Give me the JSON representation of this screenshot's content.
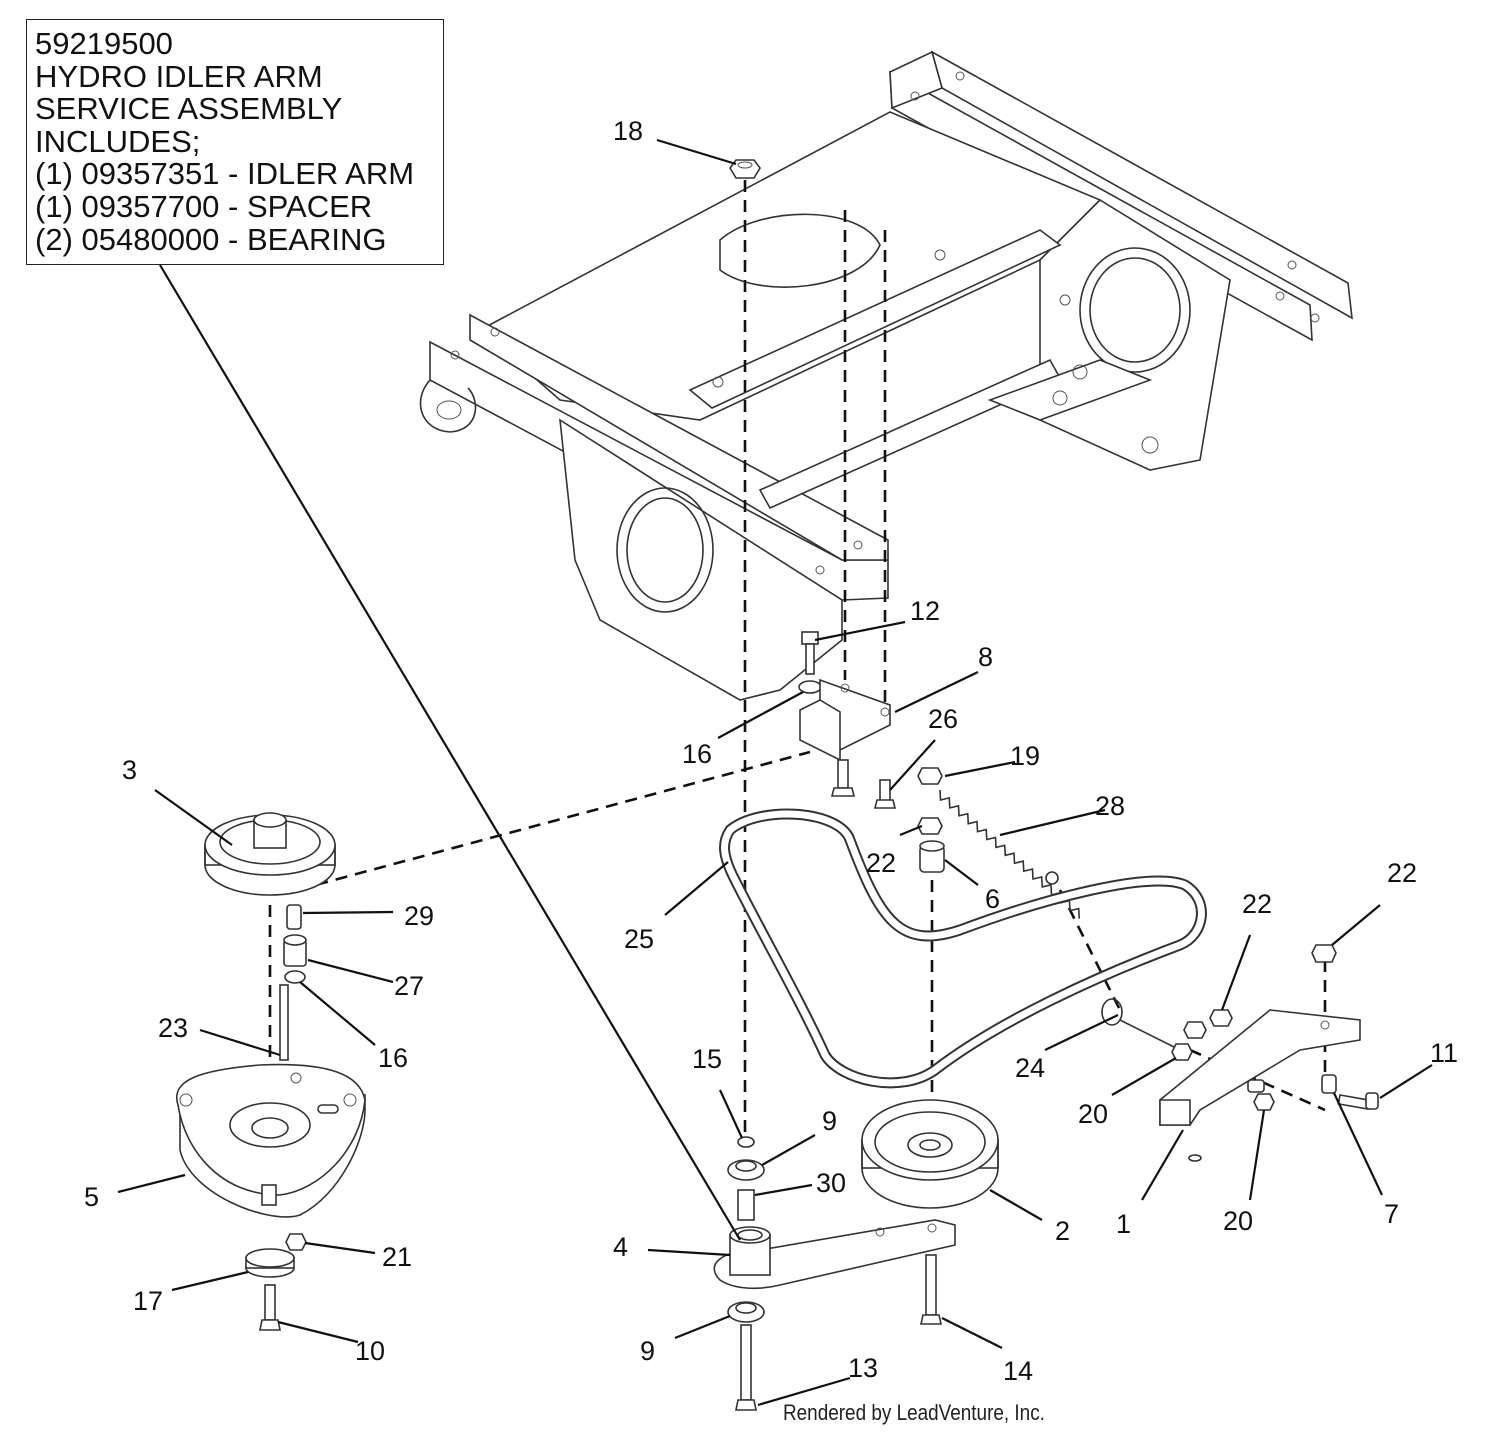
{
  "info_box": {
    "lines": [
      "59219500",
      "HYDRO IDLER ARM",
      "SERVICE ASSEMBLY",
      "INCLUDES;",
      "(1) 09357351 - IDLER ARM",
      "(1) 09357700 - SPACER",
      "(2) 05480000 - BEARING"
    ]
  },
  "callouts": [
    {
      "id": "18",
      "label": "18"
    },
    {
      "id": "12",
      "label": "12"
    },
    {
      "id": "8",
      "label": "8"
    },
    {
      "id": "16a",
      "label": "16"
    },
    {
      "id": "26",
      "label": "26"
    },
    {
      "id": "19",
      "label": "19"
    },
    {
      "id": "28",
      "label": "28"
    },
    {
      "id": "22a",
      "label": "22"
    },
    {
      "id": "6",
      "label": "6"
    },
    {
      "id": "3",
      "label": "3"
    },
    {
      "id": "29",
      "label": "29"
    },
    {
      "id": "27",
      "label": "27"
    },
    {
      "id": "16b",
      "label": "16"
    },
    {
      "id": "23",
      "label": "23"
    },
    {
      "id": "5",
      "label": "5"
    },
    {
      "id": "21",
      "label": "21"
    },
    {
      "id": "17",
      "label": "17"
    },
    {
      "id": "10",
      "label": "10"
    },
    {
      "id": "25",
      "label": "25"
    },
    {
      "id": "15",
      "label": "15"
    },
    {
      "id": "9a",
      "label": "9"
    },
    {
      "id": "30",
      "label": "30"
    },
    {
      "id": "4",
      "label": "4"
    },
    {
      "id": "9b",
      "label": "9"
    },
    {
      "id": "13",
      "label": "13"
    },
    {
      "id": "2",
      "label": "2"
    },
    {
      "id": "14",
      "label": "14"
    },
    {
      "id": "24",
      "label": "24"
    },
    {
      "id": "20a",
      "label": "20"
    },
    {
      "id": "22b",
      "label": "22"
    },
    {
      "id": "22c",
      "label": "22"
    },
    {
      "id": "11",
      "label": "11"
    },
    {
      "id": "1",
      "label": "1"
    },
    {
      "id": "20b",
      "label": "20"
    },
    {
      "id": "7",
      "label": "7"
    }
  ],
  "footer": "Rendered by LeadVenture, Inc."
}
